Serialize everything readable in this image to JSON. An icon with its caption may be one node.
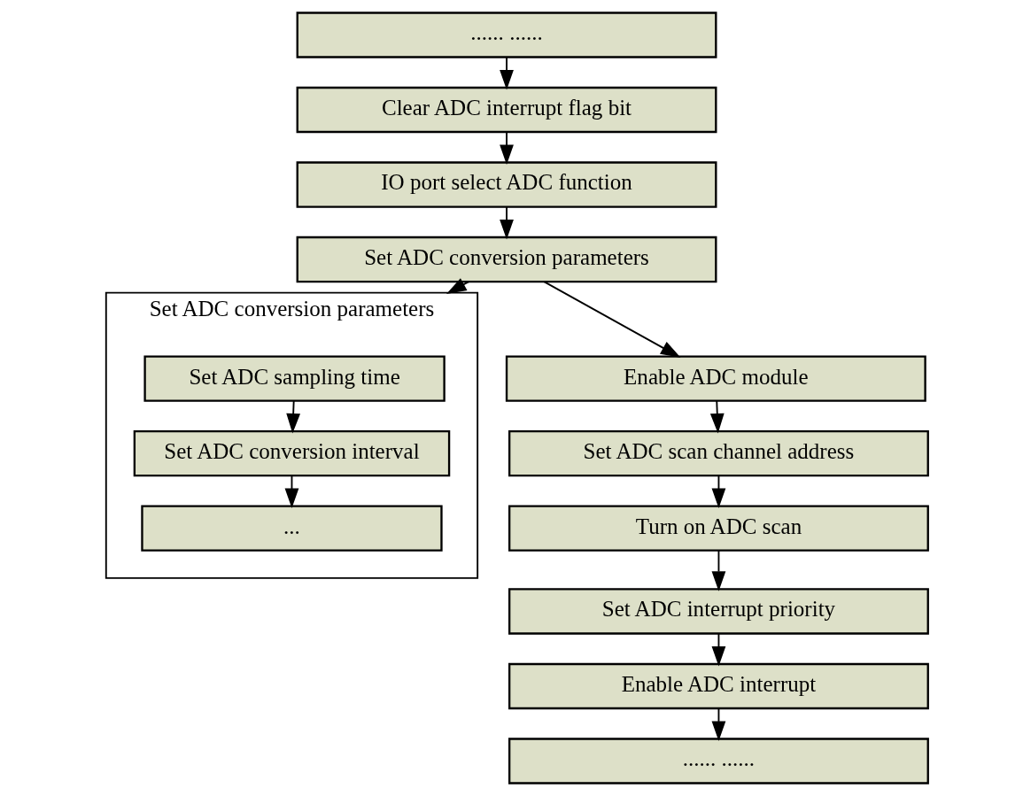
{
  "diagram": {
    "nodes": [
      {
        "text": [
          "...... ......"
        ]
      },
      {
        "text": [
          "Clear ADC interrupt flag bit"
        ]
      },
      {
        "text": [
          "IO port select ADC function"
        ]
      },
      {
        "text": [
          "Set ADC conversion parameters"
        ]
      },
      {
        "text": [
          "Enable ADC module"
        ]
      },
      {
        "text": [
          "Set ADC scan channel address"
        ]
      },
      {
        "text": [
          "Turn on ADC scan"
        ]
      },
      {
        "text": [
          "Set ADC interrupt priority"
        ]
      },
      {
        "text": [
          "Enable ADC interrupt"
        ]
      },
      {
        "text": [
          "...... ......"
        ]
      },
      {
        "text": [
          "Set ADC conversion parameters"
        ]
      },
      {
        "text": [
          "Set ADC sampling time"
        ],
        "in": 10
      },
      {
        "text": [
          "Set ADC conversion interval"
        ],
        "in": 10
      },
      {
        "text": [
          "..."
        ],
        "in": 10
      }
    ],
    "edges": [
      {
        "from": 0,
        "to": 1,
        "arrow": "to"
      },
      {
        "from": 1,
        "to": 2,
        "arrow": "to"
      },
      {
        "from": 2,
        "to": 3,
        "arrow": "to"
      },
      {
        "from": 3,
        "to": 4,
        "arrow": "to"
      },
      {
        "from": 4,
        "to": 5,
        "arrow": "to"
      },
      {
        "from": 5,
        "to": 6,
        "arrow": "to"
      },
      {
        "from": 6,
        "to": 7,
        "arrow": "to"
      },
      {
        "from": 7,
        "to": 8,
        "arrow": "to"
      },
      {
        "from": 8,
        "to": 9,
        "arrow": "to"
      },
      {
        "from": 3,
        "to": 10,
        "arrow": "to"
      },
      {
        "from": 11,
        "to": 12,
        "arrow": "to"
      },
      {
        "from": 12,
        "to": 13,
        "arrow": "to"
      }
    ]
  }
}
